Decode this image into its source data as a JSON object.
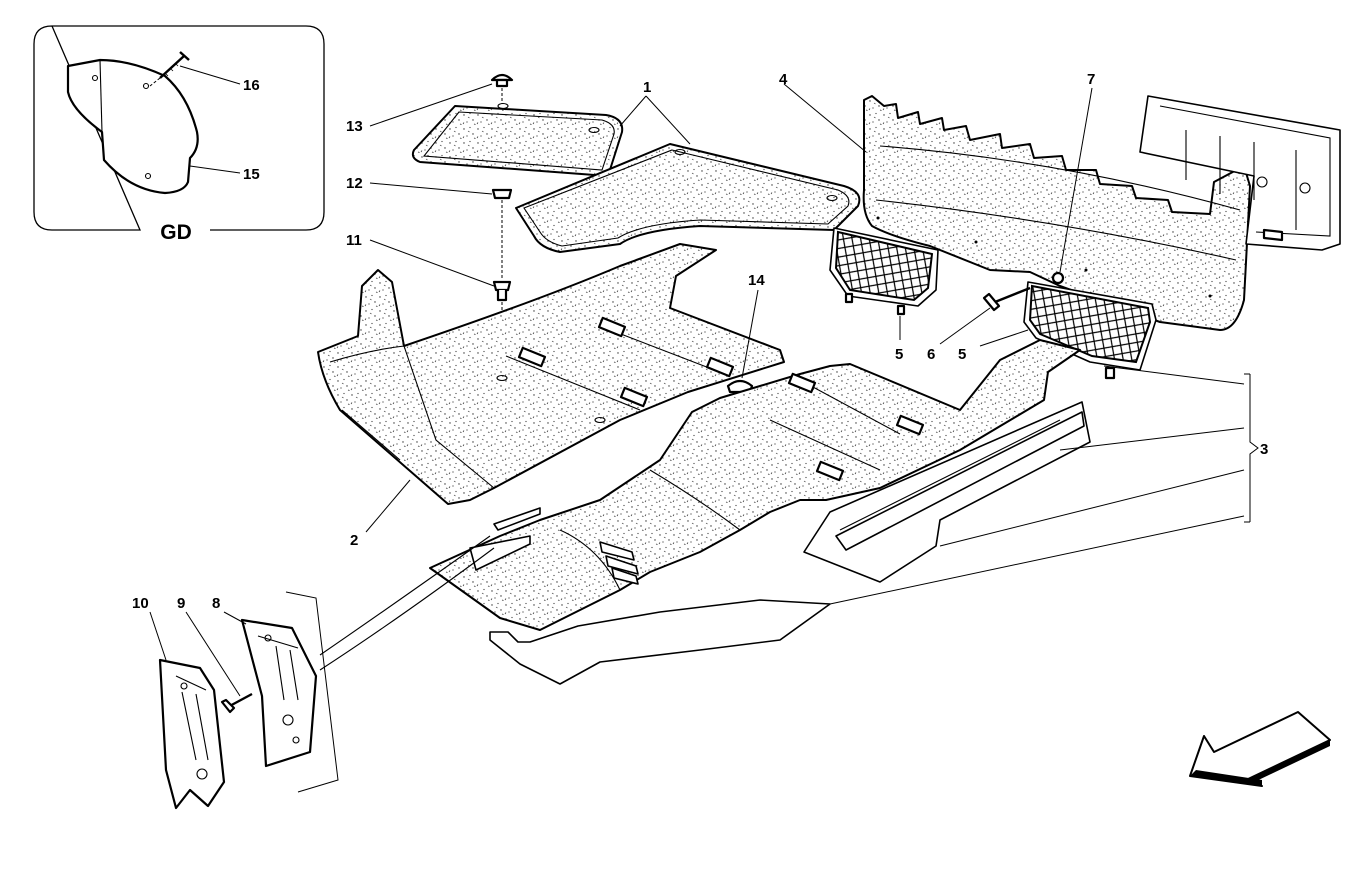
{
  "inset": {
    "label": "GD",
    "callouts": [
      "16",
      "15"
    ]
  },
  "callouts": {
    "c1": "1",
    "c2": "2",
    "c3": "3",
    "c4": "4",
    "c5a": "5",
    "c5b": "5",
    "c6": "6",
    "c7": "7",
    "c8": "8",
    "c9": "9",
    "c10": "10",
    "c11": "11",
    "c12": "12",
    "c13": "13",
    "c14": "14"
  },
  "colors": {
    "ink": "#000000",
    "paper": "#ffffff"
  },
  "icons": {
    "direction": "direction-arrow-icon"
  }
}
